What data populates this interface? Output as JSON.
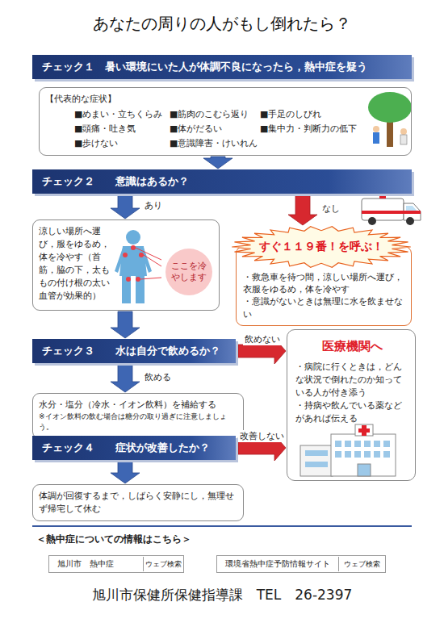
{
  "diagram": {
    "title": "あなたの周りの人がもし倒れたら？",
    "nodes": [
      {
        "text": [
          "チェック１　暑い環境にいた人が体調不良になったら，熱中症を疑う"
        ]
      },
      {
        "text": [
          "【代表的な症状】",
          "■めまい・立ちくらみ",
          "■筋肉のこむら返り",
          "■手足のしびれ",
          "■頭痛・吐き気",
          "■体がだるい",
          "■集中力・判断力の低下",
          "■歩けない",
          "■意識障害・けいれん"
        ]
      },
      {
        "text": [
          "チェック２　　意識はあるか？"
        ]
      },
      {
        "text": [
          "涼しい場所へ運び，服をゆるめ，体を冷やす（首筋，脇の下，太ももの付け根の太い血管が効果的）"
        ]
      },
      {
        "text": [
          "ここを冷やします"
        ],
        "in": 3
      },
      {
        "text": [
          "すぐ１１９番！を呼ぶ！"
        ]
      },
      {
        "text": [
          "・救急車を待つ間，涼しい場所へ運び，衣服をゆるめ，体を冷やす",
          "・意識がないときは無理に水を飲ませない"
        ]
      },
      {
        "text": [
          "チェック３　　水は自分で飲めるか？"
        ]
      },
      {
        "text": [
          "水分・塩分（冷水・イオン飲料）を補給する",
          "※イオン飲料の飲む場合は糖分の取り過ぎに注意しましょう。"
        ]
      },
      {
        "text": [
          "チェック４　　症状が改善したか？"
        ]
      },
      {
        "text": [
          "体調が回復するまで，しばらく安静にし，無理せず帰宅して休む"
        ]
      },
      {
        "text": [
          "医療機関へ",
          "・病院に行くときは，どんな状況で倒れたのか知っている人が付き添う",
          "・持病や飲んでいる薬などがあれば伝える"
        ]
      },
      {
        "text": [
          "旭川市　熱中症"
        ]
      },
      {
        "text": [
          "ウェブ検索"
        ],
        "in": 12
      },
      {
        "text": [
          "環境省熱中症予防情報サイト"
        ]
      },
      {
        "text": [
          "ウェブ検索"
        ],
        "in": 14
      }
    ],
    "edges": [
      {
        "from": 1,
        "to": 2,
        "arrow": "to"
      },
      {
        "from": 2,
        "to": 3,
        "label": "あり",
        "arrow": "to"
      },
      {
        "from": 2,
        "to": 5,
        "label": "なし",
        "arrow": "to"
      },
      {
        "from": 3,
        "to": 7,
        "arrow": "to"
      },
      {
        "from": 7,
        "to": 8,
        "label": "飲める",
        "arrow": "to"
      },
      {
        "from": 7,
        "to": 11,
        "label": "飲めない",
        "arrow": "to"
      },
      {
        "from": 9,
        "to": 10,
        "arrow": "to"
      },
      {
        "from": 9,
        "to": 11,
        "label": "改善しない",
        "arrow": "to"
      }
    ],
    "labels": [
      "＜熱中症についての情報はこちら＞",
      "旭川市保健所保健指導課　TEL　26-2397"
    ]
  }
}
